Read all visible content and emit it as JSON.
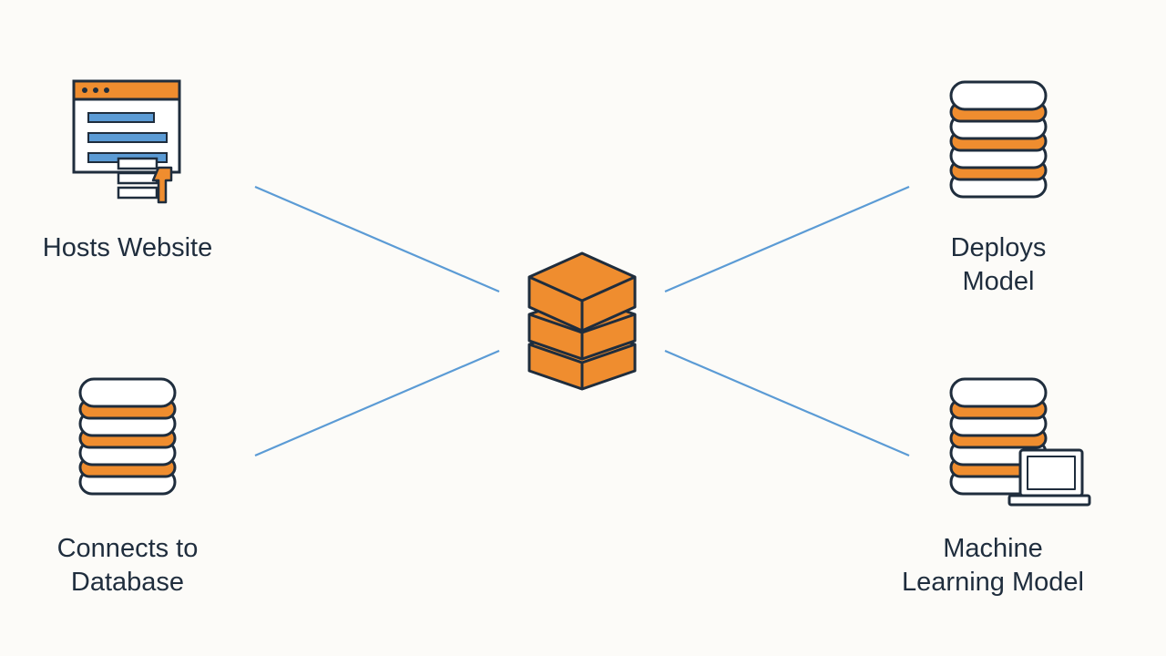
{
  "diagram": {
    "colors": {
      "background": "#fcfbf8",
      "accent_orange": "#ef8d2f",
      "accent_blue": "#5b9bd5",
      "outline": "#1f2d3d",
      "connector": "#5b9bd5"
    },
    "center": {
      "icon": "stacked-cubes-icon"
    },
    "nodes": {
      "hosts_website": {
        "icon": "browser-window-icon",
        "label": "Hosts Website"
      },
      "deploys_model": {
        "icon": "database-icon",
        "label_line1": "Deploys",
        "label_line2": "Model"
      },
      "connects_database": {
        "icon": "database-icon",
        "label_line1": "Connects to",
        "label_line2": "Database"
      },
      "ml_model": {
        "icon": "database-laptop-icon",
        "label_line1": "Machine",
        "label_line2": "Learning Model"
      }
    }
  }
}
